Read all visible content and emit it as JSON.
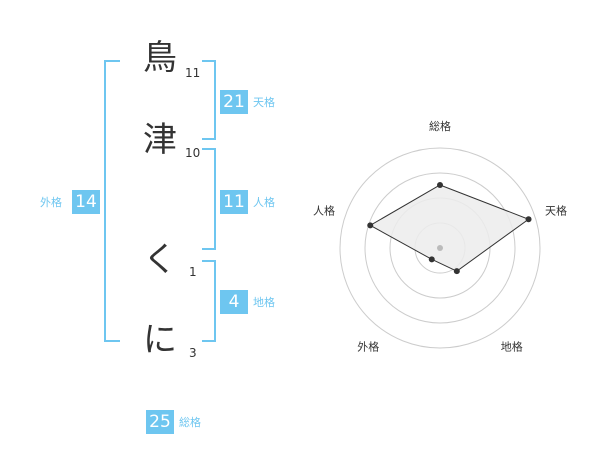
{
  "name": {
    "chars": [
      {
        "char": "鳥",
        "strokes": "11"
      },
      {
        "char": "津",
        "strokes": "10"
      },
      {
        "char": "く",
        "strokes": "1"
      },
      {
        "char": "に",
        "strokes": "3"
      }
    ]
  },
  "kaku": {
    "tenkaku": {
      "value": "21",
      "label": "天格"
    },
    "jinkaku": {
      "value": "11",
      "label": "人格"
    },
    "chikaku": {
      "value": "4",
      "label": "地格"
    },
    "gaikaku": {
      "value": "14",
      "label": "外格"
    },
    "soukaku": {
      "value": "25",
      "label": "総格"
    }
  },
  "chart_data": {
    "type": "radar",
    "axes": [
      "総格",
      "天格",
      "地格",
      "外格",
      "人格"
    ],
    "values": [
      0.57,
      0.92,
      0.17,
      0.0,
      0.69
    ],
    "range": [
      0,
      1
    ],
    "rings": 4,
    "colors": {
      "fill": "#ececec",
      "line": "#333333",
      "ring": "#cccccc",
      "accent": "#6ec6f0"
    }
  }
}
